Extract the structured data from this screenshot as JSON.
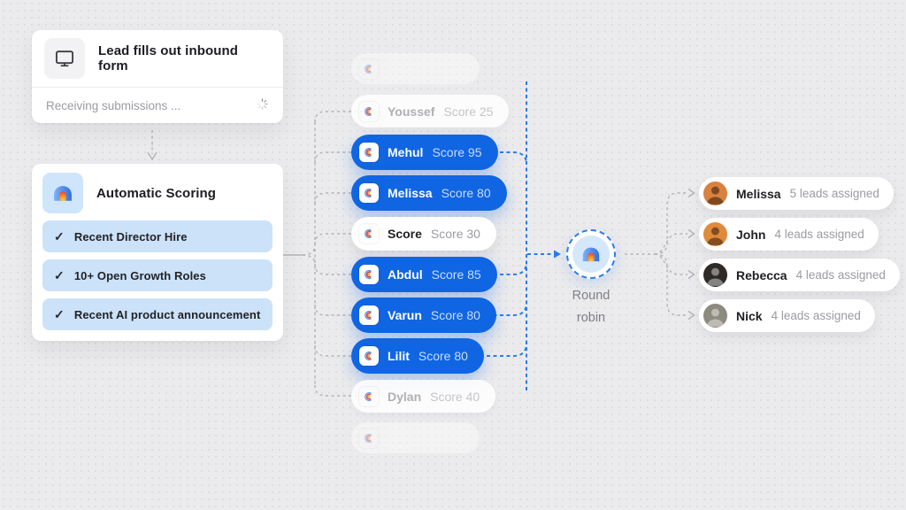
{
  "colors": {
    "bg": "#ebebed",
    "dot": "#dedee1",
    "accent": "#1065e3",
    "accent-dash": "#2e7ce8",
    "light-blue": "#cbe2f9",
    "icon-blue-bg": "#cfe5fb",
    "text-dark": "#1c1c21",
    "text-gray": "#9b9ba1",
    "line-gray": "#b3b3b8",
    "score-on-blue": "#c9ddf9"
  },
  "inbound_card": {
    "title": "Lead fills out inbound form",
    "status": "Receiving submissions ..."
  },
  "scoring_card": {
    "title": "Automatic Scoring",
    "criteria": [
      {
        "label": "Recent Director Hire"
      },
      {
        "label": "10+ Open Growth Roles"
      },
      {
        "label": "Recent AI product announcement"
      }
    ]
  },
  "leads": [
    {
      "name": "",
      "score": "",
      "variant": "ghost"
    },
    {
      "name": "Youssef",
      "score": "Score 25",
      "variant": "muted"
    },
    {
      "name": "Mehul",
      "score": "Score 95",
      "variant": "qualified"
    },
    {
      "name": "Melissa",
      "score": "Score 80",
      "variant": "qualified"
    },
    {
      "name": "Score",
      "score": "Score 30",
      "variant": "plain"
    },
    {
      "name": "Abdul",
      "score": "Score 85",
      "variant": "qualified"
    },
    {
      "name": "Varun",
      "score": "Score 80",
      "variant": "qualified"
    },
    {
      "name": "Lilit",
      "score": "Score 80",
      "variant": "qualified"
    },
    {
      "name": "Dylan",
      "score": "Score 40",
      "variant": "muted"
    },
    {
      "name": "",
      "score": "",
      "variant": "ghost"
    }
  ],
  "router": {
    "label": "Round robin"
  },
  "reps": [
    {
      "name": "Melissa",
      "assignment": "5 leads assigned",
      "avatar_bg": "#d9813e"
    },
    {
      "name": "John",
      "assignment": "4 leads assigned",
      "avatar_bg": "#e08a3c"
    },
    {
      "name": "Rebecca",
      "assignment": "4 leads assigned",
      "avatar_bg": "#2e2a28"
    },
    {
      "name": "Nick",
      "assignment": "4 leads assigned",
      "avatar_bg": "#8d8a7f"
    }
  ]
}
